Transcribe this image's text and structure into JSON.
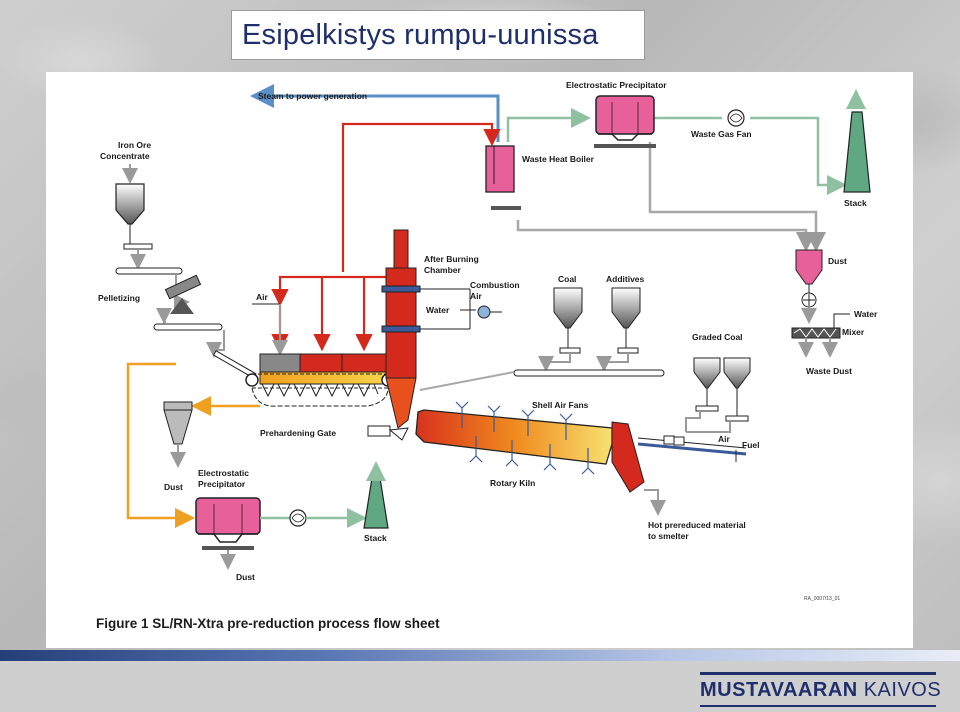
{
  "slide": {
    "title": "Esipelkistys rumpu-uunissa"
  },
  "figure": {
    "caption": "Figure 1 SL/RN-Xtra pre-reduction process flow sheet",
    "reference_code": "RA_0007/13_01",
    "labels": {
      "steam": "Steam to power generation",
      "esp_top_1": "Electrostatic Precipitator",
      "waste_gas_fan": "Waste Gas Fan",
      "waste_heat_boiler": "Waste Heat Boiler",
      "stack_top": "Stack",
      "iron_ore_1": "Iron Ore",
      "iron_ore_2": "Concentrate",
      "pelletizing": "Pelletizing",
      "air_left": "Air",
      "after_burning_1": "After Burning",
      "after_burning_2": "Chamber",
      "combustion_air_1": "Combustion",
      "combustion_air_2": "Air",
      "water_chamber": "Water",
      "coal": "Coal",
      "additives": "Additives",
      "dust_right": "Dust",
      "water_mixer": "Water",
      "mixer": "Mixer",
      "waste_dust": "Waste Dust",
      "graded_coal": "Graded Coal",
      "shell_air_fans": "Shell Air Fans",
      "prehardening_gate": "Prehardening Gate",
      "dust_cyclone": "Dust",
      "air_kiln": "Air",
      "fuel": "Fuel",
      "rotary_kiln": "Rotary Kiln",
      "esp_bottom_1": "Electrostatic",
      "esp_bottom_2": "Precipitator",
      "stack_bottom": "Stack",
      "dust_bottom": "Dust",
      "hot_material_1": "Hot prereduced material",
      "hot_material_2": "to smelter"
    }
  },
  "footer": {
    "logo_main": "MUSTAVAARAN",
    "logo_sub": "KAIVOS"
  },
  "colors": {
    "title_text": "#1f2f6b",
    "hot_gas_red": "#d42a1e",
    "steam_blue": "#5a8fc8",
    "offgas_green": "#8fc0a0",
    "cool_gas_gray": "#a8a8a8",
    "cyclone_orange": "#f0a020",
    "equipment_pink": "#e8609a",
    "stack_green": "#5fa882"
  }
}
